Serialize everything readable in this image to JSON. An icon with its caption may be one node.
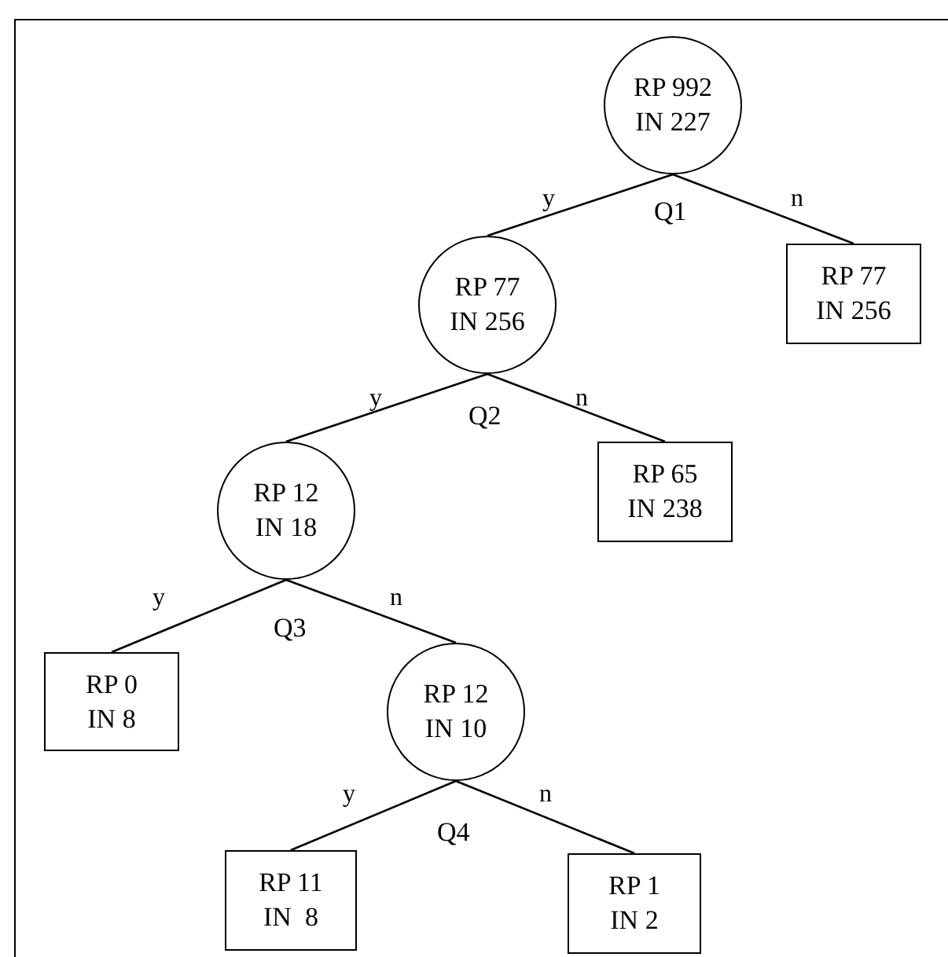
{
  "diagram": {
    "nodes": [
      {
        "text": [
          "RP 992",
          "IN 227"
        ]
      },
      {
        "text": [
          "RP 77",
          "IN 256"
        ]
      },
      {
        "text": [
          "RP 77",
          "IN 256"
        ]
      },
      {
        "text": [
          "RP 12",
          "IN 18"
        ]
      },
      {
        "text": [
          "RP 65",
          "IN 238"
        ]
      },
      {
        "text": [
          "RP 0",
          "IN 8"
        ]
      },
      {
        "text": [
          "RP 12",
          "IN 10"
        ]
      },
      {
        "text": [
          "RP 11",
          "IN  8"
        ]
      },
      {
        "text": [
          "RP 1",
          "IN 2"
        ]
      }
    ],
    "edges": [
      {
        "from": 0,
        "to": 1,
        "arrow": "none",
        "label": "y"
      },
      {
        "from": 0,
        "to": 2,
        "arrow": "none",
        "label": "n"
      },
      {
        "from": 1,
        "to": 3,
        "arrow": "none",
        "label": "y"
      },
      {
        "from": 1,
        "to": 4,
        "arrow": "none",
        "label": "n"
      },
      {
        "from": 3,
        "to": 5,
        "arrow": "none",
        "label": "y"
      },
      {
        "from": 3,
        "to": 6,
        "arrow": "none",
        "label": "n"
      },
      {
        "from": 6,
        "to": 7,
        "arrow": "none",
        "label": "y"
      },
      {
        "from": 6,
        "to": 8,
        "arrow": "none",
        "label": "n"
      }
    ],
    "labels": [
      "Q1",
      "Q2",
      "Q3",
      "Q4"
    ]
  }
}
